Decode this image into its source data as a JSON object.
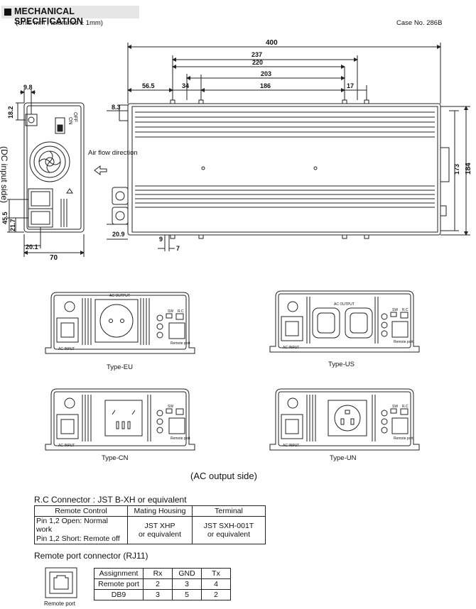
{
  "header": {
    "title": "MECHANICAL SPECIFICATION",
    "unit_note": "(Unit: mm , tolerance ± 1mm)",
    "case_no": "Case No. 286B"
  },
  "side_view": {
    "dims": {
      "top": "9.8",
      "left_top": "18.2",
      "d45_5": "45.5",
      "d21_7": "21.7",
      "d20_1": "20.1",
      "width": "70"
    },
    "side_label": "(DC input side)",
    "switch_on": "ON",
    "switch_off": "OFF",
    "airflow": "Air flow direction"
  },
  "top_view": {
    "dims": {
      "d400": "400",
      "d237": "237",
      "d220": "220",
      "d203": "203",
      "d186": "186",
      "d56_5": "56.5",
      "d34": "34",
      "d17": "17",
      "d8_3": "8.3",
      "d173": "173",
      "d184": "184",
      "d20_9": "20.9",
      "d9": "9",
      "d7": "7"
    }
  },
  "panels": {
    "eu": "Type-EU",
    "us": "Type-US",
    "cn": "Type-CN",
    "un": "Type-UN",
    "ac_input": "AC INPUT",
    "remote_port": "Remote port",
    "sw": "SW",
    "rc": "R.C",
    "ac_output": "AC OUTPUT"
  },
  "ac_output_side": "(AC output side)",
  "rc_connector": {
    "title": "R.C Connector : JST B-XH or equivalent",
    "headers": [
      "Remote Control",
      "Mating Housing",
      "Terminal"
    ],
    "row1": "Pin 1,2  Open: Normal work",
    "row2": "Pin 1,2  Short: Remote off",
    "housing": [
      "JST XHP",
      "or equivalent"
    ],
    "terminal": [
      "JST SXH-001T",
      "or equivalent"
    ]
  },
  "rj11": {
    "title": "Remote port connector (RJ11)",
    "icon_label": "Remote port",
    "headers": [
      "Assignment",
      "Rx",
      "GND",
      "Tx"
    ],
    "rows": [
      [
        "Remote port",
        "2",
        "3",
        "4"
      ],
      [
        "DB9",
        "3",
        "5",
        "2"
      ]
    ]
  }
}
